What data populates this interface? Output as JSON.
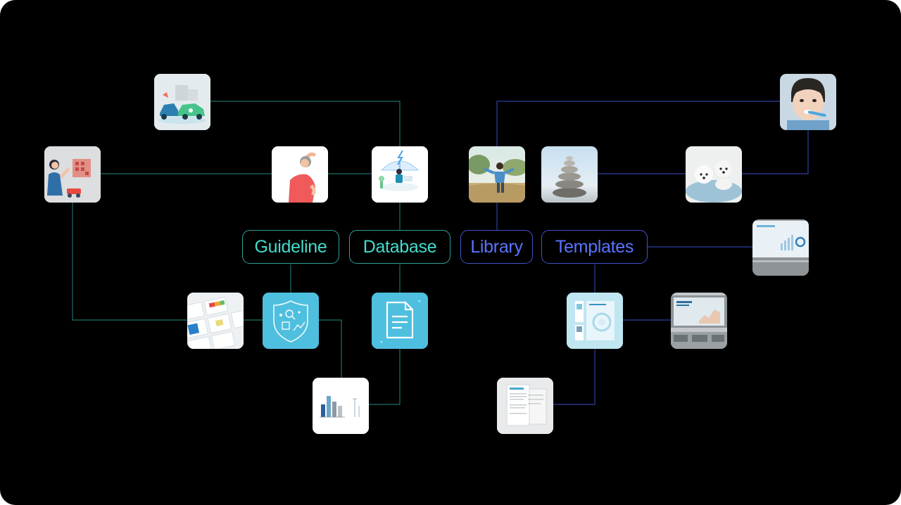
{
  "categories": {
    "guideline": "Guideline",
    "database": "Database",
    "library": "Library",
    "templates": "Templates"
  },
  "colors": {
    "background": "#000000",
    "teal_accent": "#43dccc",
    "blue_accent": "#5b74ff",
    "teal_line": "#1e6f68",
    "blue_line": "#2f3fa0",
    "icon_tile": "#4fbfdf"
  },
  "tiles": [
    {
      "name": "car-accident-illustration",
      "icon": "car-illustration"
    },
    {
      "name": "woman-presenting-illustration",
      "icon": "presenter-illustration"
    },
    {
      "name": "woman-stretching-illustration",
      "icon": "stretch-illustration"
    },
    {
      "name": "umbrella-protection-illustration",
      "icon": "umbrella-illustration"
    },
    {
      "name": "child-in-field-photo",
      "icon": "photo"
    },
    {
      "name": "stacked-stones-photo",
      "icon": "photo"
    },
    {
      "name": "white-puppies-photo",
      "icon": "photo"
    },
    {
      "name": "child-brushing-teeth-photo",
      "icon": "photo"
    },
    {
      "name": "dashboard-screen-thumbnail",
      "icon": "screen"
    },
    {
      "name": "presentation-slides-thumbnail",
      "icon": "slides"
    },
    {
      "name": "shield-icon",
      "icon": "shield-icon"
    },
    {
      "name": "document-icon",
      "icon": "document-icon"
    },
    {
      "name": "brochure-template-thumbnail",
      "icon": "brochure"
    },
    {
      "name": "billboard-thumbnail",
      "icon": "billboard"
    },
    {
      "name": "bar-chart-thumbnail",
      "icon": "bar-chart"
    },
    {
      "name": "report-pages-thumbnail",
      "icon": "document-pages"
    }
  ]
}
